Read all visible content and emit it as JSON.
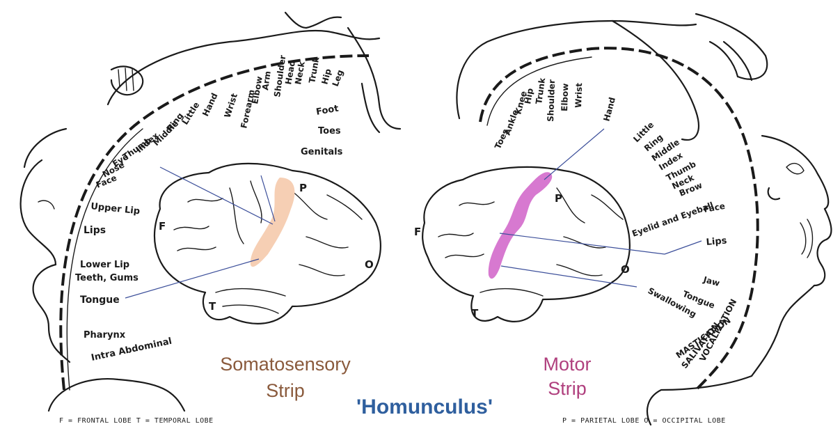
{
  "title": "'Homunculus'",
  "captions": {
    "somatosensory": [
      "Somatosensory",
      "Strip"
    ],
    "motor": [
      "Motor",
      "Strip"
    ]
  },
  "legend": {
    "left": "F = FRONTAL LOBE   T = TEMPORAL LOBE",
    "right": "P = PARIETAL LOBE   O = OCCIPITAL LOBE"
  },
  "colors": {
    "title": "#2f5f9e",
    "somatosensory_caption": "#8a5a3c",
    "motor_caption": "#b0407e",
    "sensory_strip": "#f6cfb4",
    "motor_strip": "#d779d0",
    "pointer": "#3c4f9a"
  },
  "lobes": [
    "F",
    "P",
    "T",
    "O"
  ],
  "sensory_labels": [
    "Genitals",
    "Toes",
    "Foot",
    "Leg",
    "Hip",
    "Trunk",
    "Neck",
    "Head",
    "Shoulder",
    "Arm",
    "Elbow",
    "Forearm",
    "Wrist",
    "Hand",
    "Little",
    "Ring",
    "Middle",
    "Index",
    "Thumb",
    "Eye",
    "Nose",
    "Face",
    "Upper Lip",
    "Lips",
    "Lower Lip",
    "Teeth, Gums",
    "Tongue",
    "Pharynx",
    "Intra Abdominal"
  ],
  "motor_labels": [
    "Toes",
    "Ankle",
    "Knee",
    "Hip",
    "Trunk",
    "Shoulder",
    "Elbow",
    "Wrist",
    "Hand",
    "Little",
    "Ring",
    "Middle",
    "Index",
    "Thumb",
    "Neck",
    "Brow",
    "Eyelid and Eyeball",
    "Face",
    "Lips",
    "Jaw",
    "Tongue",
    "Swallowing",
    "MASTICATION",
    "SALIVATION",
    "VOCALIZATION"
  ]
}
